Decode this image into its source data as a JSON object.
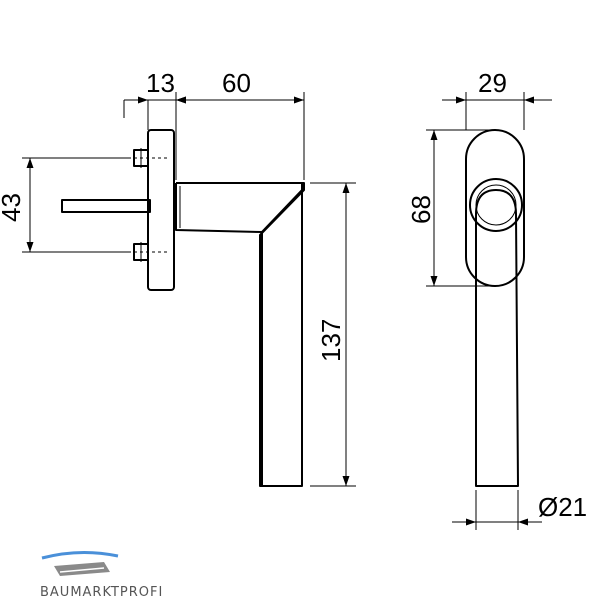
{
  "dimensions": {
    "rose_depth": "13",
    "handle_projection": "60",
    "screw_spacing": "43",
    "handle_length": "137",
    "rose_width": "29",
    "rose_height": "68",
    "grip_diameter": "Ø21"
  },
  "logo": {
    "text": "BAUMARKTPROFI",
    "colors": {
      "blue": "#4a90d9",
      "gray": "#8a8a8a"
    }
  }
}
